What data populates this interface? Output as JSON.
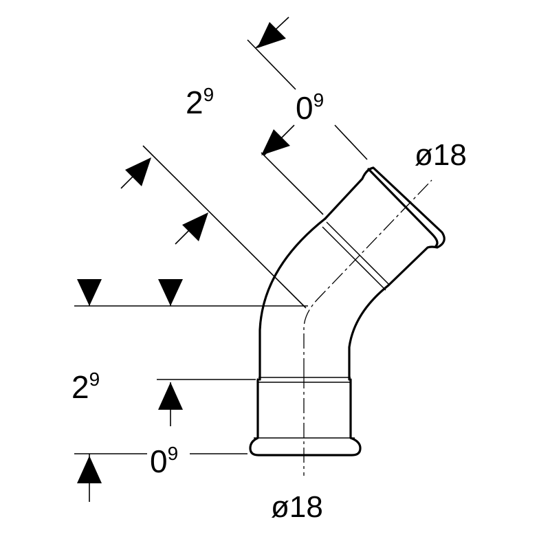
{
  "labels": {
    "diameter_top": "ø18",
    "diameter_bottom": "ø18",
    "dim_angled_a": {
      "base": "2",
      "sup": "9"
    },
    "dim_angled_b": {
      "base": "0",
      "sup": "9"
    },
    "dim_vertical_a": {
      "base": "2",
      "sup": "9"
    },
    "dim_vertical_b": {
      "base": "0",
      "sup": "9"
    }
  },
  "colors": {
    "line": "#000000",
    "background": "#ffffff"
  }
}
